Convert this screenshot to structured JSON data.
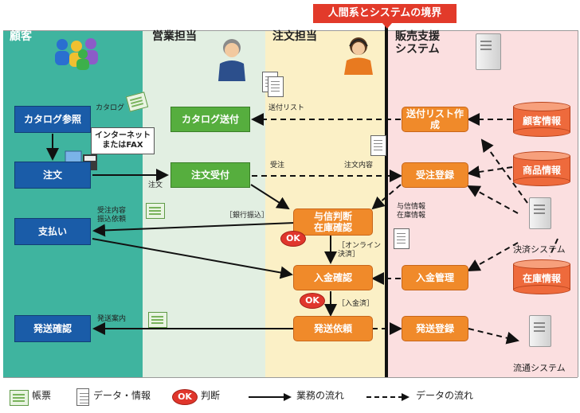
{
  "boundary_label": "人間系とシステムの境界",
  "lanes": {
    "customer": "顧客",
    "sales": "営業担当",
    "order": "注文担当",
    "system": "販売支援\nシステム"
  },
  "boxes": {
    "catalog_ref": "カタログ参照",
    "order": "注文",
    "payment": "支払い",
    "shipping_confirm": "発送確認",
    "catalog_send": "カタログ送付",
    "order_receive": "注文受付",
    "credit_check": "与信判断\n在庫確認",
    "payment_confirm": "入金確認",
    "shipping_request": "発送依頼",
    "send_list_create": "送付リスト作成",
    "order_register": "受注登録",
    "payment_manage": "入金管理",
    "shipping_register": "発送登録"
  },
  "databases": {
    "customer_info": "顧客情報",
    "product_info": "商品情報",
    "stock_info": "在庫情報"
  },
  "systems": {
    "settlement": "決済システム",
    "logistics": "流通システム"
  },
  "ok_label": "OK",
  "callout": "インターネット\nまたはFAX",
  "labels": {
    "catalog": "カタログ",
    "send_list": "送付リスト",
    "order_small": "注文",
    "receive": "受注",
    "order_content": "注文内容",
    "bank_transfer": "［銀行振込］",
    "order_detail_transfer": "受注内容\n振込依頼",
    "credit_stock_info": "与信情報\n在庫情報",
    "online_settled": "［オンライン\n決済］",
    "paid": "［入金済］",
    "shipping_notice": "発送案内"
  },
  "legend": {
    "form": "帳票",
    "data": "データ・情報",
    "judge": "判断",
    "business_flow": "業務の流れ",
    "data_flow": "データの流れ"
  }
}
